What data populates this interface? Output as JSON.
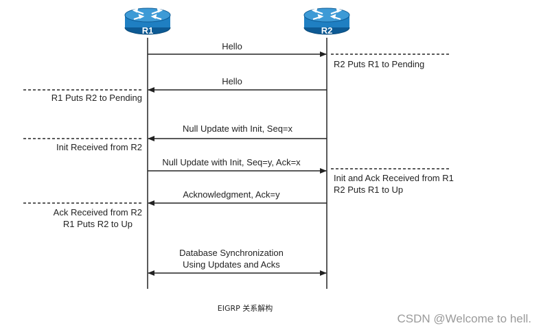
{
  "routers": {
    "r1": "R1",
    "r2": "R2"
  },
  "messages": {
    "hello_1": "Hello",
    "hello_2": "Hello",
    "null_update_init": "Null Update with Init, Seq=x",
    "null_update_init_ack": "Null Update with Init, Seq=y, Ack=x",
    "acknowledgment": "Acknowledgment, Ack=y",
    "db_sync_line1": "Database Synchronization",
    "db_sync_line2": "Using Updates and Acks"
  },
  "notes": {
    "r2_pending": "R2 Puts R1 to Pending",
    "r1_pending": "R1 Puts R2 to Pending",
    "init_received": "Init Received from R2",
    "init_ack_received_line1": "Init and Ack Received from R1",
    "init_ack_received_line2": "R2 Puts R1 to Up",
    "ack_received_line1": "Ack Received from R2",
    "ack_received_line2": "R1 Puts R2 to Up"
  },
  "caption": "EIGRP 关系解构",
  "watermark": "CSDN @Welcome to hell.",
  "colors": {
    "router_body": "#1f7fc2",
    "router_dark": "#0d5a94",
    "router_top": "#3d9ad6",
    "line": "#222222"
  }
}
